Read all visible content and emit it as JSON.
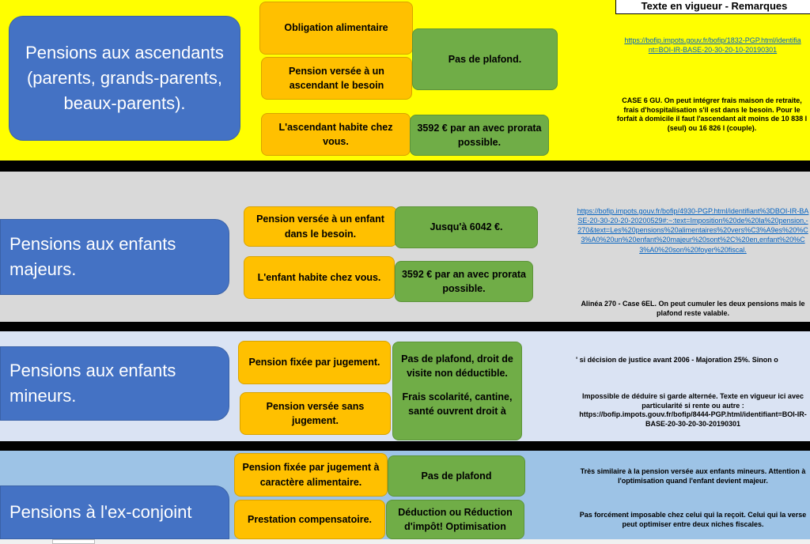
{
  "header": {
    "title": "Texte en vigueur - Remarques"
  },
  "colors": {
    "blue": "#4472C4",
    "orange": "#FFC000",
    "green": "#70AD47",
    "band1": "#FFFF00",
    "band2": "#D9D9D9",
    "band3": "#DAE3F3",
    "band4": "#9DC3E6"
  },
  "sections": [
    {
      "title": "Pensions aux ascendants (parents, grands-parents, beaux-parents).",
      "conditions": [
        "Obligation alimentaire",
        "Pension versée à un ascendant le besoin",
        "L'ascendant habite chez vous."
      ],
      "amounts": [
        "Pas de plafond.",
        "3592 € par an avec prorata possible."
      ],
      "link": "https://bofip.impots.gouv.fr/bofip/1832-PGP.html/identifiant=BOI-IR-BASE-20-30-20-10-20190301",
      "note": "CASE 6 GU. On peut intégrer frais maison de retraite, frais d'hospitalisation s'il est dans le besoin. Pour le forfait à domicile il faut l'ascendant ait moins de 10 838 l (seul) ou 16 826 l (couple)."
    },
    {
      "title": "Pensions aux enfants majeurs.",
      "conditions": [
        "Pension versée à un enfant dans le besoin.",
        "L'enfant habite chez vous."
      ],
      "amounts": [
        "Jusqu'à 6042 €.",
        "3592 € par an avec prorata possible."
      ],
      "link": "https://bofip.impots.gouv.fr/bofip/4930-PGP.html/identifiant%3DBOI-IR-BASE-20-30-20-20-20200529#:~:text=Imposition%20de%20la%20pension,-270&text=Les%20pensions%20alimentaires%20vers%C3%A9es%20%C3%A0%20un%20enfant%20majeur%20sont%2C%20en,enfant%20%C3%A0%20son%20foyer%20fiscal.",
      "note": "Alinéa 270 - Case 6EL. On peut cumuler les deux pensions mais le plafond reste valable."
    },
    {
      "title": "Pensions aux enfants mineurs.",
      "conditions": [
        "Pension fixée par jugement.",
        "Pension versée sans jugement."
      ],
      "amounts": [
        "Pas de plafond, droit de visite non déductible.",
        "Frais scolarité, cantine, santé ouvrent droit à"
      ],
      "note1": "' si décision de justice avant 2006 - Majoration 25%. Sinon o",
      "note2": "Impossible de déduire si garde alternée. Texte en vigueur ici avec particularité si rente ou autre : https://bofip.impots.gouv.fr/bofip/8444-PGP.html/identifiant=BOI-IR-BASE-20-30-20-30-20190301"
    },
    {
      "title": "Pensions à l'ex-conjoint",
      "conditions": [
        "Pension fixée par jugement à caractère alimentaire.",
        "Prestation compensatoire."
      ],
      "amounts": [
        "Pas de plafond",
        "Déduction ou Réduction d'impôt! Optimisation"
      ],
      "note1": "Très similaire à la pension versée aux enfants mineurs. Attention à l'optimisation quand l'enfant devient majeur.",
      "note2": "Pas forcément imposable chez celui qui la reçoit. Celui qui la verse peut optimiser entre deux niches fiscales."
    }
  ]
}
